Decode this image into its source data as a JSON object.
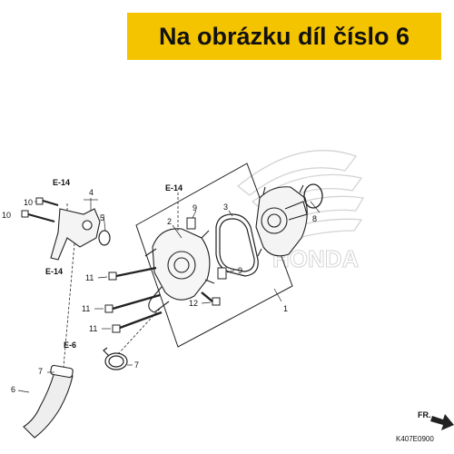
{
  "banner": {
    "title": "Na obrázku díl číslo 6"
  },
  "labels": {
    "e14": "E-14",
    "e6": "E-6",
    "n1": "1",
    "n2": "2",
    "n3": "3",
    "n4": "4",
    "n5": "5",
    "n6": "6",
    "n7": "7",
    "n8": "8",
    "n9": "9",
    "n10": "10",
    "n11": "11",
    "n12": "12"
  },
  "watermark": {
    "brand": "HONDA"
  },
  "direction": {
    "label": "FR."
  },
  "diagram_code": "K407E0900"
}
